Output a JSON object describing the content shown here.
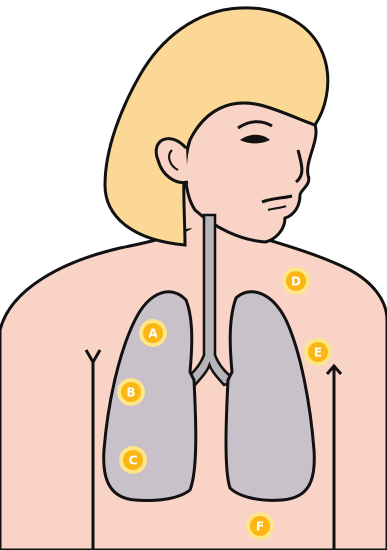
{
  "colors": {
    "skin": "#f8d3c6",
    "hair": "#fbd896",
    "outline": "#111111",
    "lung": "#c9c1c9",
    "trachea": "#b8b4b8",
    "marker_fill": "#fbb614",
    "marker_ring": "#fde58a"
  },
  "markers": [
    {
      "id": "A",
      "label": "A"
    },
    {
      "id": "B",
      "label": "B"
    },
    {
      "id": "C",
      "label": "C"
    },
    {
      "id": "D",
      "label": "D"
    },
    {
      "id": "E",
      "label": "E"
    },
    {
      "id": "F",
      "label": "F"
    }
  ]
}
